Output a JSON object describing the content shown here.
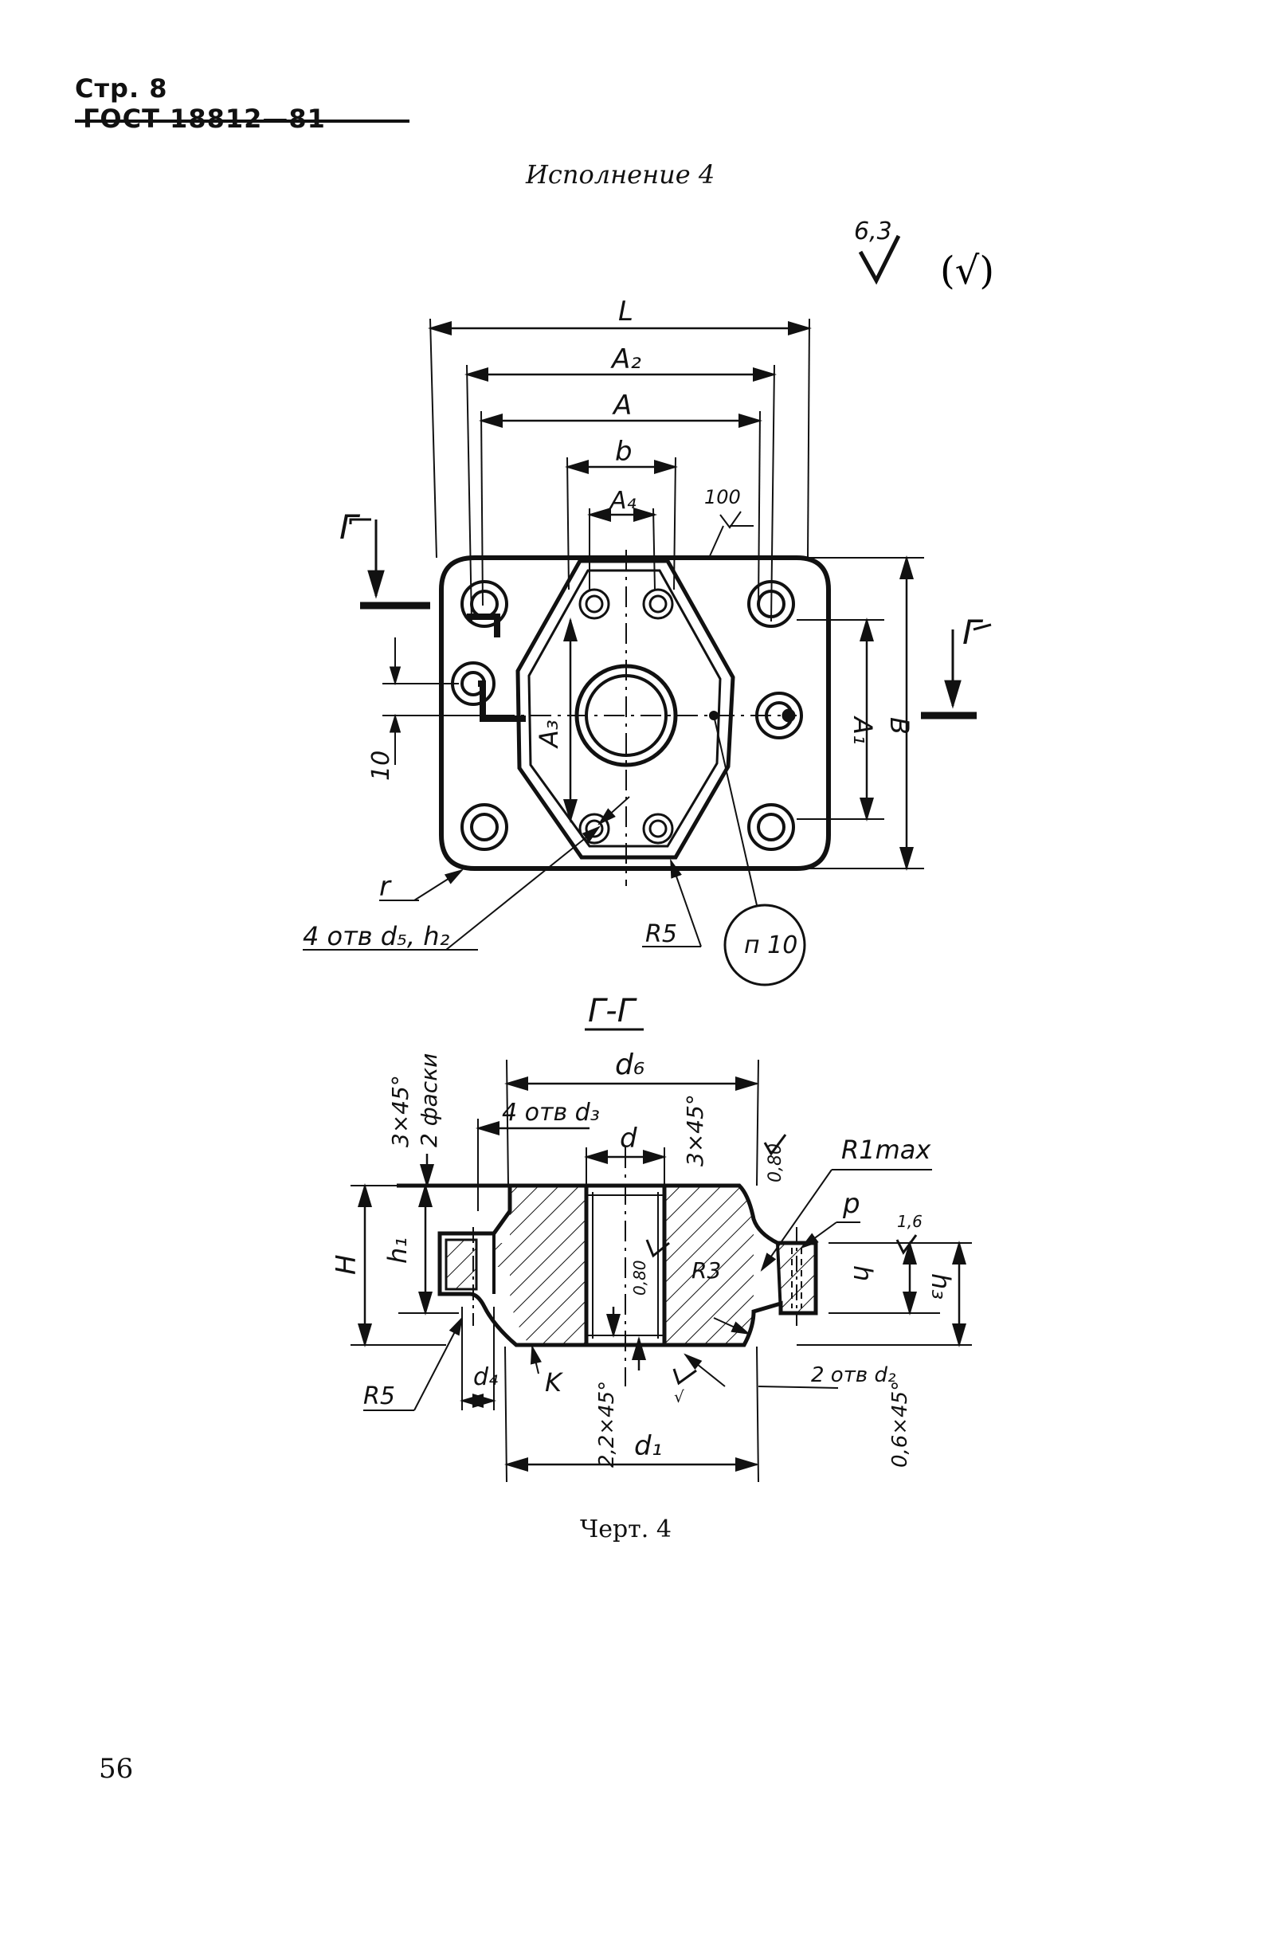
{
  "header": {
    "page": "Стр. 8",
    "standard": "ГОСТ 18812—81"
  },
  "variant_title": "Исполнение 4",
  "roughness": {
    "value": "6,3",
    "note": "(√)"
  },
  "plan_view": {
    "dims": {
      "L": "L",
      "A2": "A₂",
      "A": "A",
      "b": "b",
      "A4": "A₄",
      "A1": "A₁",
      "B": "B",
      "A3": "A₃",
      "ten": "10",
      "hundred": "100"
    },
    "section_mark": "Г",
    "notes": {
      "r": "r",
      "holes": "4 отв d₅, h₂",
      "R5": "R5",
      "item": "п 10"
    }
  },
  "section": {
    "title": "Г-Г",
    "labels": {
      "d6": "d₆",
      "d": "d",
      "holes_d3": "4 отв d₃",
      "chamfer_3x45": "3×45°",
      "two_chamfers": "2 фаски",
      "chamfer_3x45_b": "3×45°",
      "rough_080": "0,80",
      "R1max": "R1max",
      "p": "p",
      "rough_16": "1,6",
      "H": "H",
      "h1": "h₁",
      "h": "h",
      "h3": "h₃",
      "R3": "R3",
      "rough_080_b": "0,80",
      "R5": "R5",
      "d4": "d₄",
      "K": "K",
      "chamfer_22": "2,2×45°",
      "d1": "d₁",
      "holes_d2": "2 отв d₂",
      "chamfer_06": "0,6×45°",
      "rough_small": "√"
    }
  },
  "caption": "Черт. 4",
  "page_number": "56"
}
